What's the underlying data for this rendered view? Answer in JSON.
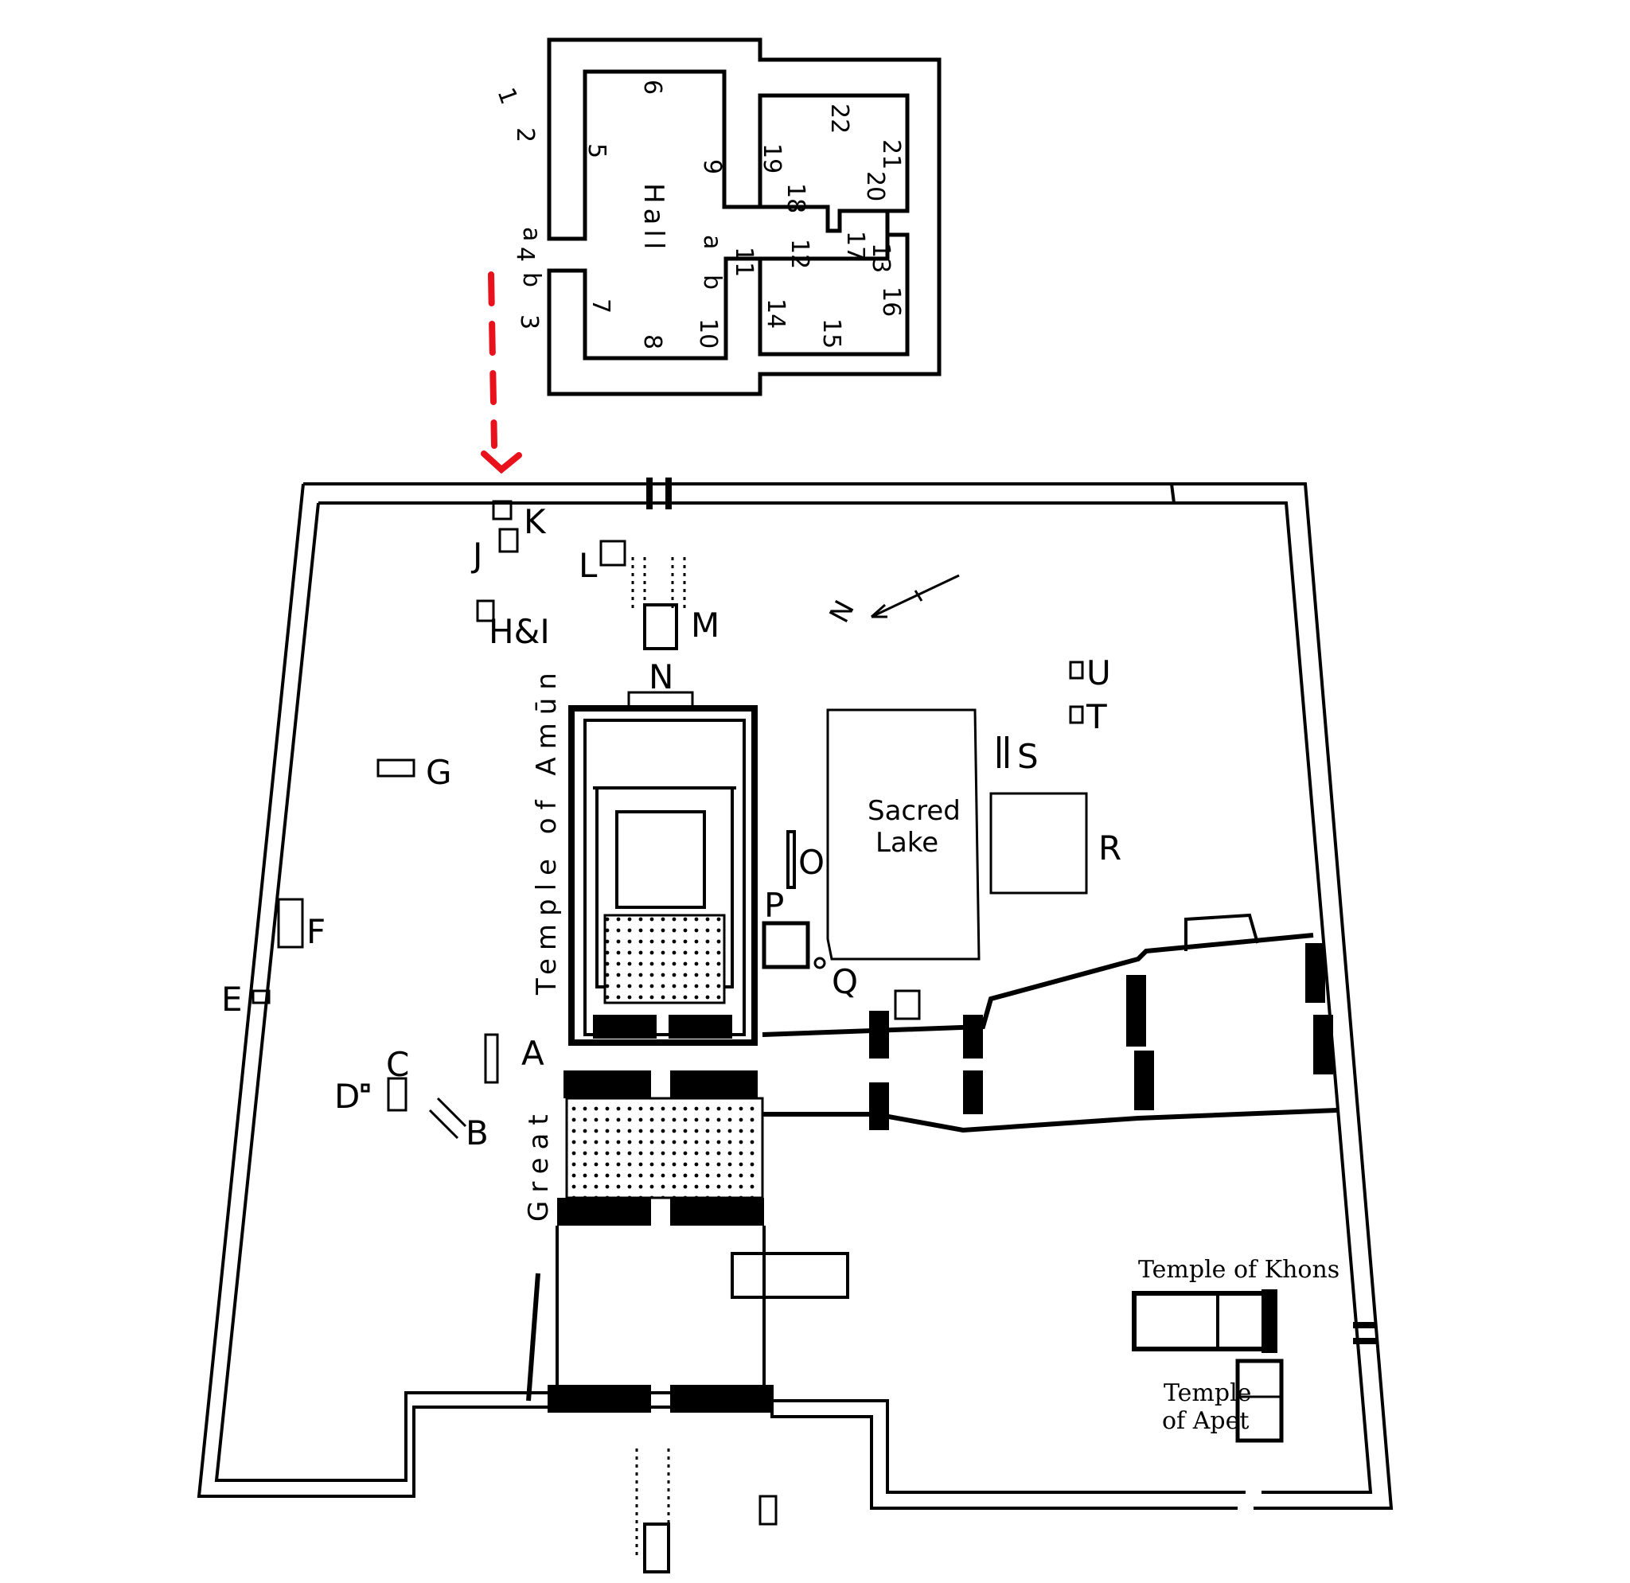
{
  "tomb_inset": {
    "hall_label": "Hall",
    "wall_numbers": [
      "1",
      "2",
      "3",
      "4",
      "5",
      "6",
      "7",
      "8",
      "9",
      "10",
      "11",
      "12",
      "13",
      "14",
      "15",
      "16",
      "17",
      "18",
      "19",
      "20",
      "21",
      "22"
    ],
    "door_letters_left": [
      "a",
      "b"
    ],
    "door_letters_right": [
      "a",
      "b"
    ]
  },
  "pointer": {
    "color": "#e8111c"
  },
  "compass": {
    "label": "N"
  },
  "site_labels": {
    "A": "A",
    "B": "B",
    "C": "C",
    "D": "D",
    "E": "E",
    "F": "F",
    "G": "G",
    "HI": "H&I",
    "J": "J",
    "K": "K",
    "L": "L",
    "M": "M",
    "N": "N",
    "O": "O",
    "P": "P",
    "Q": "Q",
    "R": "R",
    "S": "S",
    "T": "T",
    "U": "U"
  },
  "names": {
    "great_temple_1": "Great",
    "great_temple_2": "Temple of Amūn",
    "sacred_lake_1": "Sacred",
    "sacred_lake_2": "Lake",
    "khons": "Temple of Khons",
    "apet_1": "Temple",
    "apet_2": "of Apet"
  }
}
